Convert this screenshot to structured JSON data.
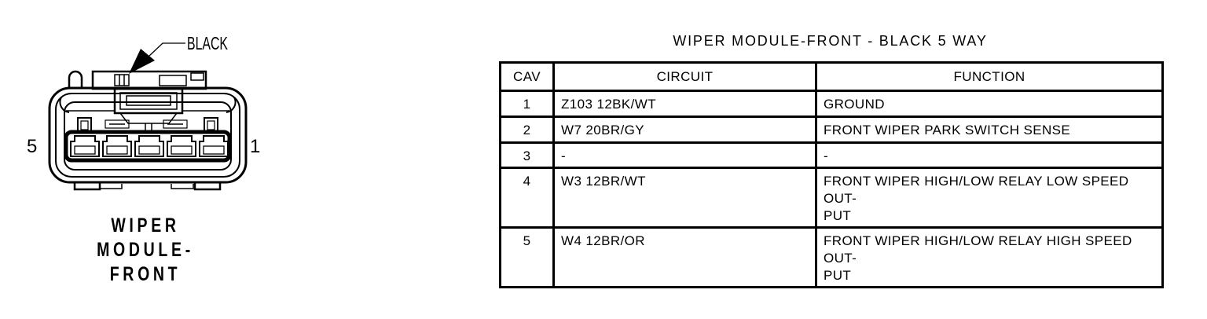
{
  "figure": {
    "color_label": "BLACK",
    "pin_left": "5",
    "pin_right": "1",
    "caption_lines": [
      "WIPER",
      "MODULE-",
      "FRONT"
    ]
  },
  "table": {
    "title": "WIPER MODULE-FRONT - BLACK 5 WAY",
    "headers": [
      "CAV",
      "CIRCUIT",
      "FUNCTION"
    ],
    "rows": [
      {
        "cav": "1",
        "circuit": "Z103 12BK/WT",
        "function": "GROUND"
      },
      {
        "cav": "2",
        "circuit": "W7 20BR/GY",
        "function": "FRONT WIPER PARK SWITCH SENSE"
      },
      {
        "cav": "3",
        "circuit": "-",
        "function": "-"
      },
      {
        "cav": "4",
        "circuit": "W3 12BR/WT",
        "function": "FRONT WIPER HIGH/LOW RELAY LOW SPEED OUT-\nPUT"
      },
      {
        "cav": "5",
        "circuit": "W4 12BR/OR",
        "function": "FRONT WIPER HIGH/LOW RELAY HIGH SPEED OUT-\nPUT"
      }
    ]
  },
  "colors": {
    "ink": "#000000",
    "background": "#ffffff"
  }
}
